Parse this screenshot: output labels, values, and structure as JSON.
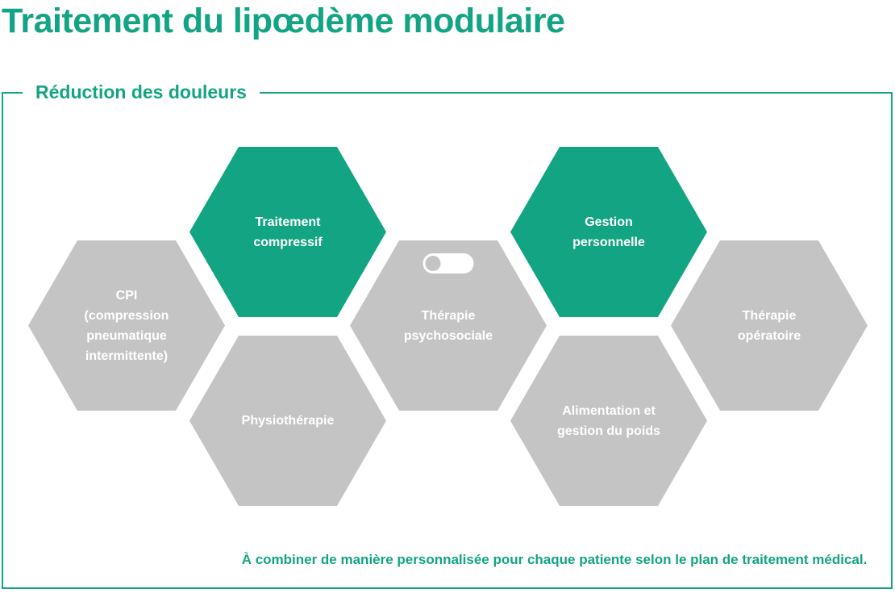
{
  "title": "Traitement du lipœdème modulaire",
  "frame": {
    "legend": "Réduction des douleurs",
    "caption": "À combiner de manière personnalisée pour chaque patiente selon le plan de traitement médical."
  },
  "colors": {
    "accent_teal": "#13A484",
    "inactive_gray": "#C4C4C4",
    "label_white": "#FFFFFF"
  },
  "hexagons": [
    {
      "id": "cpi",
      "label": "CPI\n(compression\npneumatique\nintermittente)",
      "state": "inactive"
    },
    {
      "id": "traitement-compressif",
      "label": "Traitement\ncompressif",
      "state": "active"
    },
    {
      "id": "physiotherapie",
      "label": "Physiothérapie",
      "state": "inactive"
    },
    {
      "id": "therapie-psychosociale",
      "label": "Thérapie\npsychosociale",
      "state": "inactive",
      "icon": "toggle-switch-icon",
      "toggle_state": "off"
    },
    {
      "id": "gestion-personnelle",
      "label": "Gestion\npersonnelle",
      "state": "active"
    },
    {
      "id": "alimentation-gestion-poids",
      "label": "Alimentation et\ngestion du poids",
      "state": "inactive"
    },
    {
      "id": "therapie-operatoire",
      "label": "Thérapie\nopératoire",
      "state": "inactive"
    }
  ]
}
